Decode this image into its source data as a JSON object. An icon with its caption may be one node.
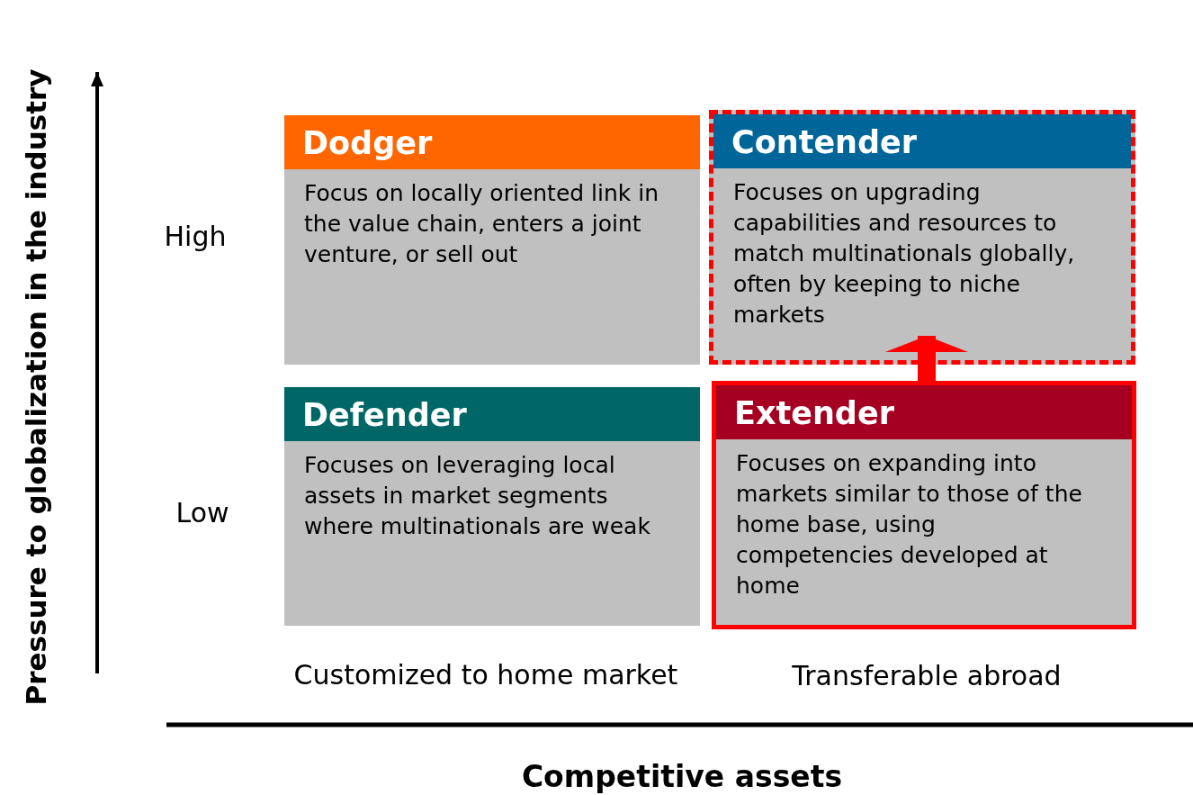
{
  "diagram": {
    "nodes": [
      {
        "text": [
          "Dodger",
          "Focus on locally oriented link in the value chain, enters a joint venture, or sell out"
        ]
      },
      {
        "text": [
          "Contender",
          "Focuses on upgrading capabilities and resources to match multinationals globally, often by keeping to niche markets"
        ]
      },
      {
        "text": [
          "Defender",
          "Focuses on leveraging local assets in market segments where multinationals are weak"
        ]
      },
      {
        "text": [
          "Extender",
          "Focuses on expanding into markets similar to those of the home base, using competencies developed at home"
        ]
      }
    ],
    "edges": [
      {
        "from": 3,
        "to": 1,
        "arrow": "to"
      }
    ],
    "labels": [
      "Pressure to globalization in the industry",
      "High",
      "Low",
      "Customized to home market",
      "Transferable abroad",
      "Competitive assets"
    ]
  }
}
